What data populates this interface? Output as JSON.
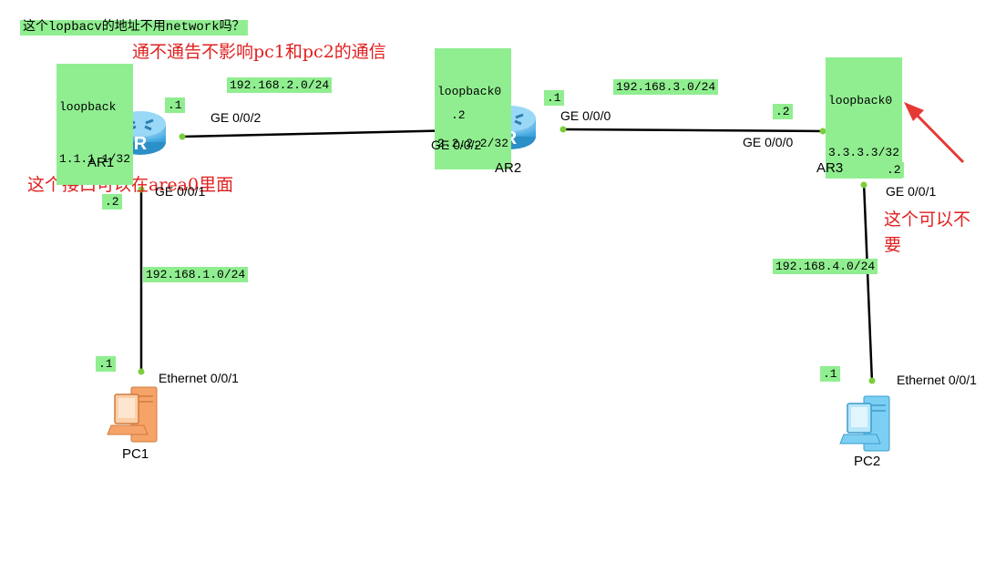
{
  "colors": {
    "link": "#000000",
    "port_dot": "#7ccd3c",
    "tag_bg": "#90ee90",
    "note_red": "#e02020",
    "router_blue": "#4fb3e6",
    "pc1_orange": "#f6a36a",
    "pc2_blue": "#7ccff3"
  },
  "question": "这个lopbacv的地址不用network吗？",
  "notes": {
    "network_note": "通不通告不影响pc1和pc2的通信",
    "area0_note": "这个接口可以在area0里面",
    "optional_note_line1": "这个可以不",
    "optional_note_line2": "要"
  },
  "devices": {
    "ar1": {
      "name": "AR1",
      "icon": "router-icon"
    },
    "ar2": {
      "name": "AR2",
      "icon": "router-icon"
    },
    "ar3": {
      "name": "AR3",
      "icon": "router-icon"
    },
    "pc1": {
      "name": "PC1",
      "icon": "pc-icon"
    },
    "pc2": {
      "name": "PC2",
      "icon": "pc-icon"
    }
  },
  "loopbacks": {
    "ar1": {
      "line1": "loopback",
      "line2": "1.1.1.1/32"
    },
    "ar2": {
      "line1": "loopback0",
      "line2": "2.2.2.2/32"
    },
    "ar3": {
      "line1": "loopback0",
      "line2": "3.3.3.3/32"
    }
  },
  "networks": {
    "n1": "192.168.1.0/24",
    "n2": "192.168.2.0/24",
    "n3": "192.168.3.0/24",
    "n4": "192.168.4.0/24"
  },
  "interfaces": {
    "ar1_ge002": "GE 0/0/2",
    "ar1_ge001": "GE 0/0/1",
    "ar2_ge002": "GE 0/0/2",
    "ar2_ge000": "GE 0/0/0",
    "ar3_ge000": "GE 0/0/0",
    "ar3_ge001": "GE 0/0/1",
    "pc1_eth": "Ethernet 0/0/1",
    "pc2_eth": "Ethernet 0/0/1"
  },
  "host_ids": {
    "ar1_ge002": ".1",
    "ar1_ge001": ".2",
    "ar2_ge002": ".2",
    "ar2_ge000": ".1",
    "ar3_ge000": ".2",
    "ar3_ge001": ".2",
    "pc1": ".1",
    "pc2": ".1"
  }
}
